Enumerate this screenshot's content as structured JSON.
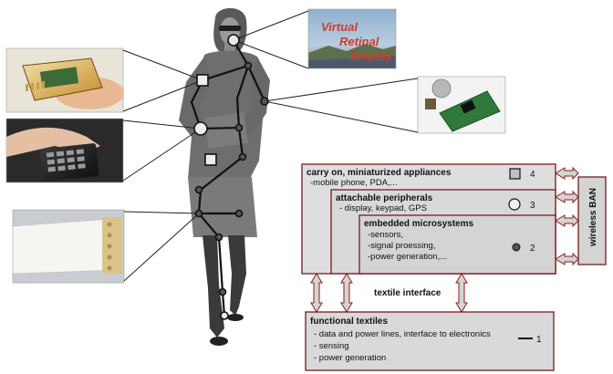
{
  "photos": {
    "display_line1": "Virtual",
    "display_line2": "Retinal",
    "display_line3": "Display"
  },
  "boxes": {
    "carry_on": {
      "title": "carry on, miniaturized appliances",
      "line1": "-mobile phone, PDA,...",
      "level": "4"
    },
    "peripherals": {
      "title": "attachable peripherals",
      "line1": "- display, keypad, GPS",
      "level": "3"
    },
    "embedded": {
      "title": "embedded microsystems",
      "line1": "-sensors,",
      "line2": "-signal proessing,",
      "line3": "-power generation,...",
      "level": "2"
    },
    "textiles": {
      "title": "functional textiles",
      "line1": "- data and power lines, interface to electronics",
      "line2": "- sensing",
      "line3": "- power generation",
      "level": "1"
    }
  },
  "labels": {
    "textile_interface": "textile interface",
    "wireless_ban": "wireless BAN"
  },
  "colors": {
    "box_fill": "#d9d9d9",
    "box_border": "#7a1a1a",
    "arrow_fill": "#d4d4d4",
    "arrow_stroke": "#8b1c1c"
  }
}
